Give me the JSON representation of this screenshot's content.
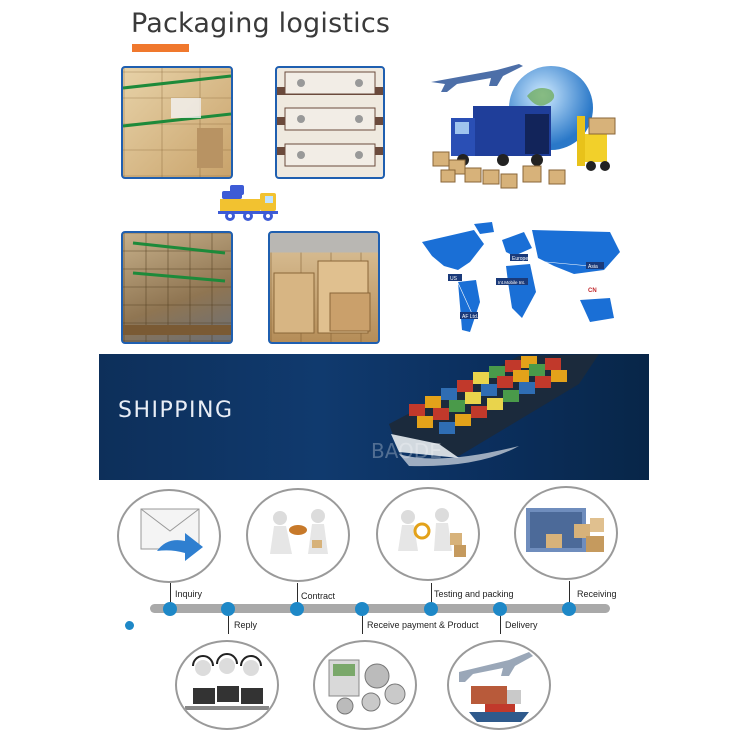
{
  "header": {
    "title": "Packaging logistics",
    "accent_color": "#f0782d"
  },
  "banner": {
    "text": "SHIPPING",
    "watermark": "BAODE"
  },
  "map": {
    "labels": [
      "Europe",
      "Asia",
      "Int.Mobile Int.",
      "CN",
      "US",
      "AF Ltd."
    ]
  },
  "process": {
    "steps": [
      {
        "label": "Inquiry"
      },
      {
        "label": "Reply"
      },
      {
        "label": "Contract"
      },
      {
        "label": "Receive payment & Product"
      },
      {
        "label": "Testing and packing"
      },
      {
        "label": "Delivery"
      },
      {
        "label": "Receiving"
      }
    ]
  },
  "colors": {
    "frame_blue": "#1f5fb0",
    "timeline_dot": "#1e88c7",
    "ocean": "#103a6e",
    "map_blue": "#1a6fd6"
  }
}
